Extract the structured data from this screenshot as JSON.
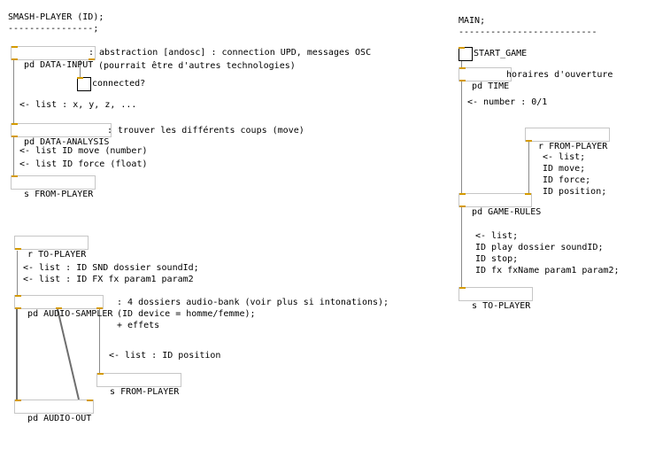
{
  "left_patch": {
    "header": "SMASH-PLAYER (ID);",
    "underline": "----------------;",
    "data_input": "pd DATA-INPUT",
    "data_input_comment_1": ": abstraction [andosc] : connection UPD, messages OSC",
    "data_input_comment_2": "(pourrait être d'autres technologies)",
    "connected_label": "connected?",
    "list_xyz": "<- list : x, y, z, ...",
    "data_analysis": "pd DATA-ANALYSIS",
    "data_analysis_comment": ": trouver les différents coups (move)",
    "list_move": "<- list ID move (number)",
    "list_force": "<- list ID force (float)",
    "send_from_player": "s FROM-PLAYER",
    "receive_to_player": "r TO-PLAYER",
    "list_snd": "<- list : ID SND dossier soundId;",
    "list_fx": "<- list : ID FX fx param1 param2",
    "audio_sampler": "pd AUDIO-SAMPLER",
    "sampler_comment_1": ": 4 dossiers audio-bank (voir plus si intonations);",
    "sampler_comment_2": "(ID device = homme/femme);",
    "sampler_comment_3": "+ effets",
    "list_position": "<- list : ID position",
    "send_from_player_2": "s FROM-PLAYER",
    "audio_out": "pd AUDIO-OUT"
  },
  "right_patch": {
    "header": "MAIN;",
    "underline": "--------------------------",
    "start_game_label": "START_GAME",
    "time": "pd TIME",
    "time_comment": "horaires d'ouverture",
    "number_comment": "<- number : 0/1",
    "receive_from_player": "r FROM-PLAYER",
    "list_comment_1": "<- list;",
    "list_comment_2": "ID move;",
    "list_comment_3": "ID force;",
    "list_comment_4": "ID position;",
    "game_rules": "pd GAME-RULES",
    "rules_comment_1": "<- list;",
    "rules_comment_2": "ID play dossier soundID;",
    "rules_comment_3": "ID stop;",
    "rules_comment_4": "ID fx fxName param1 param2;",
    "send_to_player": "s TO-PLAYER"
  },
  "colors": {
    "inlet": "#f5b800",
    "box_border": "#c6c6c6",
    "wire": "#7a7a7a"
  }
}
